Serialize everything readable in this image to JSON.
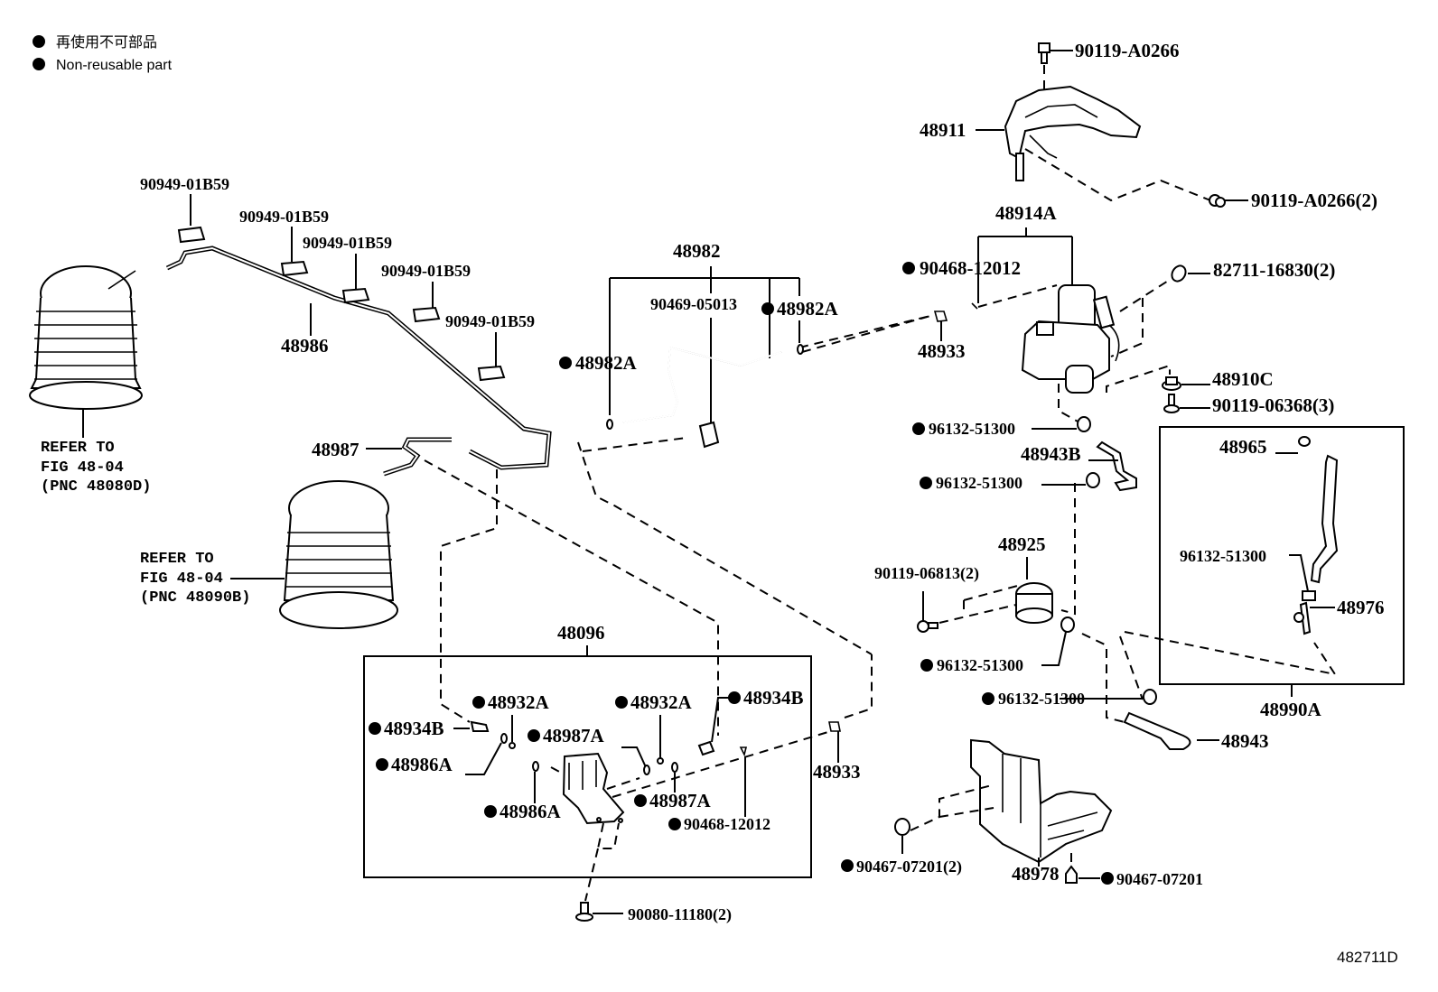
{
  "legend": {
    "items": [
      {
        "icon": "filled-circle",
        "text": "再使用不可部品"
      },
      {
        "icon": "filled-circle",
        "text": "Non-reusable part"
      }
    ]
  },
  "figure_id": "482711D",
  "refs": {
    "front": [
      "REFER TO",
      "FIG 48-04",
      "(PNC 48080D)"
    ],
    "rear": [
      "REFER TO",
      "FIG 48-04",
      "(PNC 48090B)"
    ]
  },
  "labels": {
    "p90119_a0266_top": "90119-A0266",
    "p48911": "48911",
    "p90119_a0266_2": "90119-A0266(2)",
    "p48914a": "48914A",
    "p90468_12012_top": "90468-12012",
    "p82711_16830": "82711-16830(2)",
    "p48933_top": "48933",
    "p48910c": "48910C",
    "p90119_06368": "90119-06368(3)",
    "p96132_1": "96132-51300",
    "p48943b": "48943B",
    "p96132_2": "96132-51300",
    "p48965": "48965",
    "p96132_box": "96132-51300",
    "p48976": "48976",
    "p48990a": "48990A",
    "p48925": "48925",
    "p90119_06813": "90119-06813(2)",
    "p96132_3": "96132-51300",
    "p96132_4": "96132-51300",
    "p48943": "48943",
    "p90467_07201_2": "90467-07201(2)",
    "p48978": "48978",
    "p90467_07201": "90467-07201",
    "p48933_bot": "48933",
    "p48982": "48982",
    "p90469_05013": "90469-05013",
    "p48982a_right": "48982A",
    "p48982a_left": "48982A",
    "p90949_1": "90949-01B59",
    "p90949_2": "90949-01B59",
    "p90949_3": "90949-01B59",
    "p90949_4": "90949-01B59",
    "p90949_5": "90949-01B59",
    "p48986": "48986",
    "p48987": "48987",
    "p48096": "48096",
    "p48932a_l": "48932A",
    "p48932a_r": "48932A",
    "p48934b_l": "48934B",
    "p48934b_r": "48934B",
    "p48986a_l": "48986A",
    "p48986a_b": "48986A",
    "p48987a_t": "48987A",
    "p48987a_b": "48987A",
    "p90468_12012_box": "90468-12012",
    "p90080_11180": "90080-11180(2)"
  }
}
